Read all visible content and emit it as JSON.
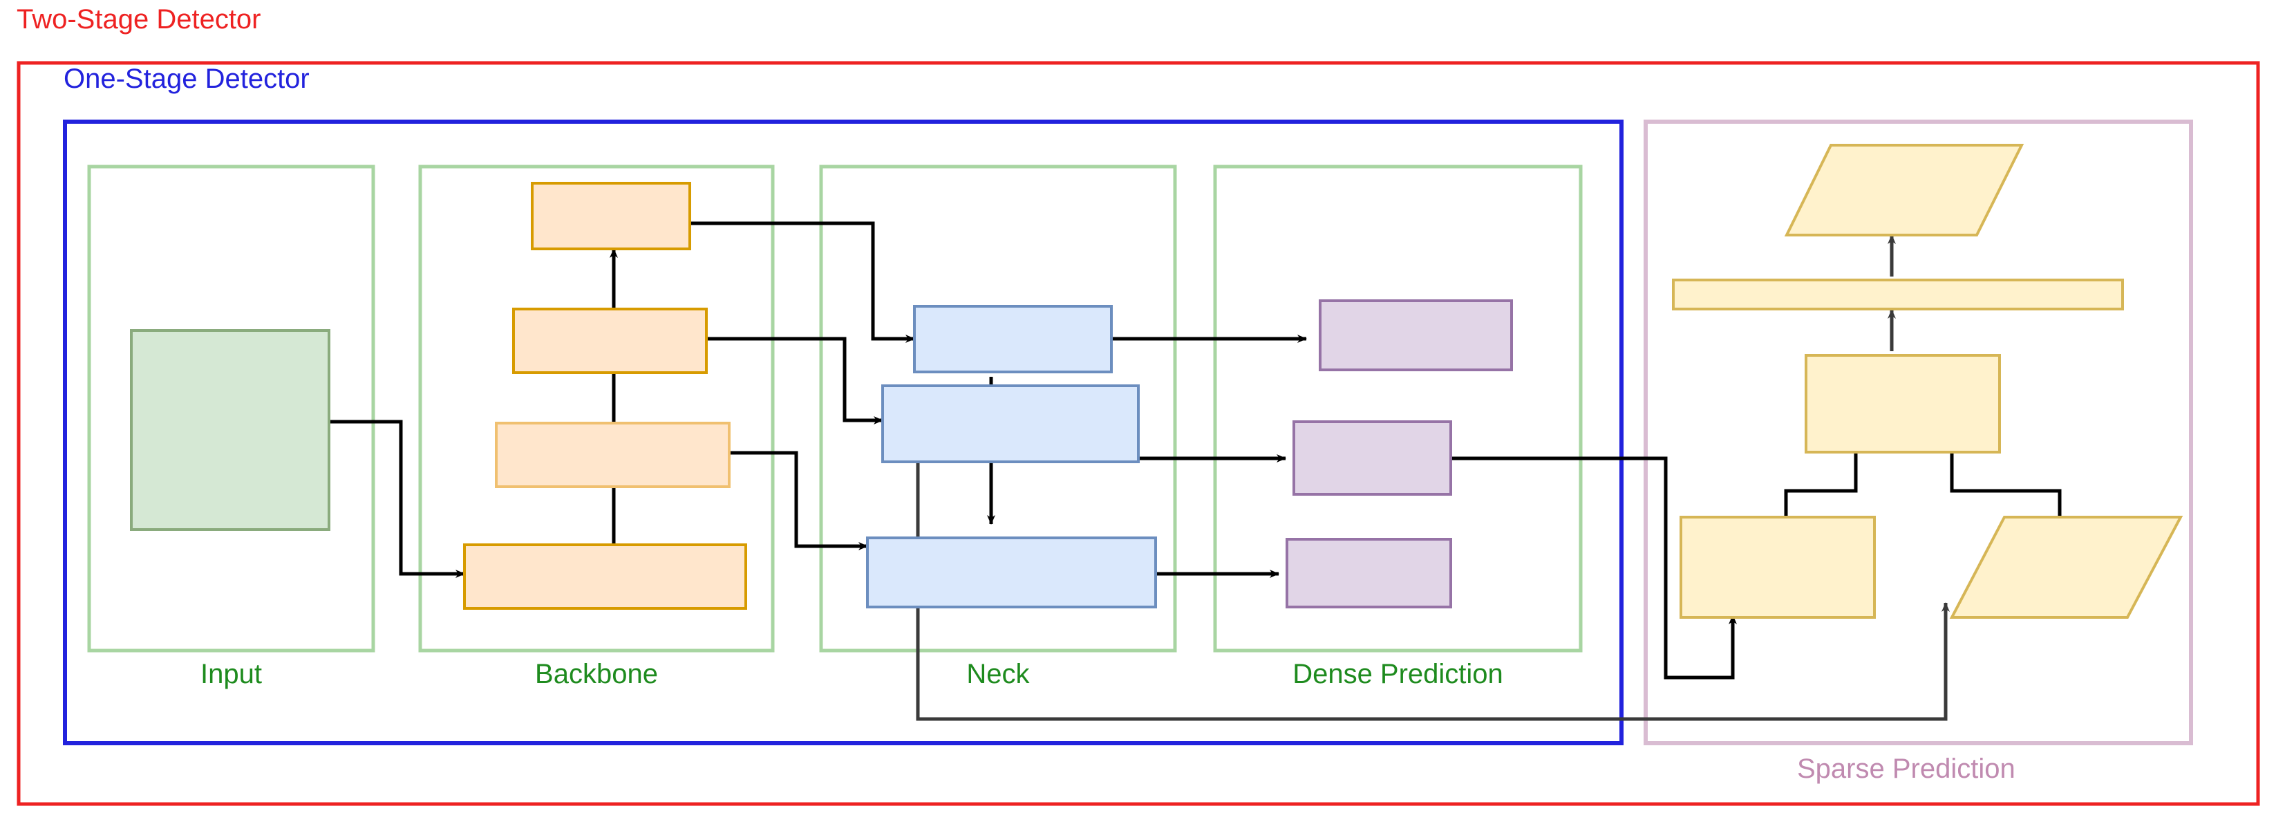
{
  "diagram": {
    "title_red": "Two-Stage Detector",
    "title_blue": "One-Stage Detector",
    "title_pink": "Sparse Prediction",
    "groups": [
      {
        "label": "Input"
      },
      {
        "label": "Backbone"
      },
      {
        "label": "Neck"
      },
      {
        "label": "Dense Prediction"
      }
    ],
    "colors": {
      "two_stage_border": "#ee2222",
      "one_stage_border": "#2222dd",
      "sparse_border": "#d9bcd2",
      "group_border": "#a8d5a2",
      "group_label": "#1e8b1e",
      "input_fill": "#d5e8d4",
      "input_stroke": "#82b366",
      "backbone_fill": "#ffe6cc",
      "backbone_stroke": "#d79b00",
      "neck_fill": "#dae8fc",
      "neck_stroke": "#6c8ebf",
      "dense_fill": "#e1d5e7",
      "dense_stroke": "#9673a6",
      "sparse_fill": "#fff2cc",
      "sparse_stroke": "#d6b656",
      "connector": "#000000",
      "connector_gray": "#666666"
    },
    "nodes": {
      "input": [
        {
          "name": "input-image-block"
        }
      ],
      "backbone": [
        {
          "name": "backbone-stage-4"
        },
        {
          "name": "backbone-stage-3"
        },
        {
          "name": "backbone-stage-2"
        },
        {
          "name": "backbone-stage-1"
        }
      ],
      "neck": [
        {
          "name": "neck-level-top"
        },
        {
          "name": "neck-level-middle"
        },
        {
          "name": "neck-level-bottom"
        }
      ],
      "dense": [
        {
          "name": "dense-head-top"
        },
        {
          "name": "dense-head-middle"
        },
        {
          "name": "dense-head-bottom"
        }
      ],
      "sparse": [
        {
          "name": "sparse-output-parallelogram"
        },
        {
          "name": "sparse-thin-bar"
        },
        {
          "name": "sparse-middle-rect"
        },
        {
          "name": "sparse-bottom-left-rect"
        },
        {
          "name": "sparse-bottom-right-parallelogram"
        }
      ]
    }
  }
}
